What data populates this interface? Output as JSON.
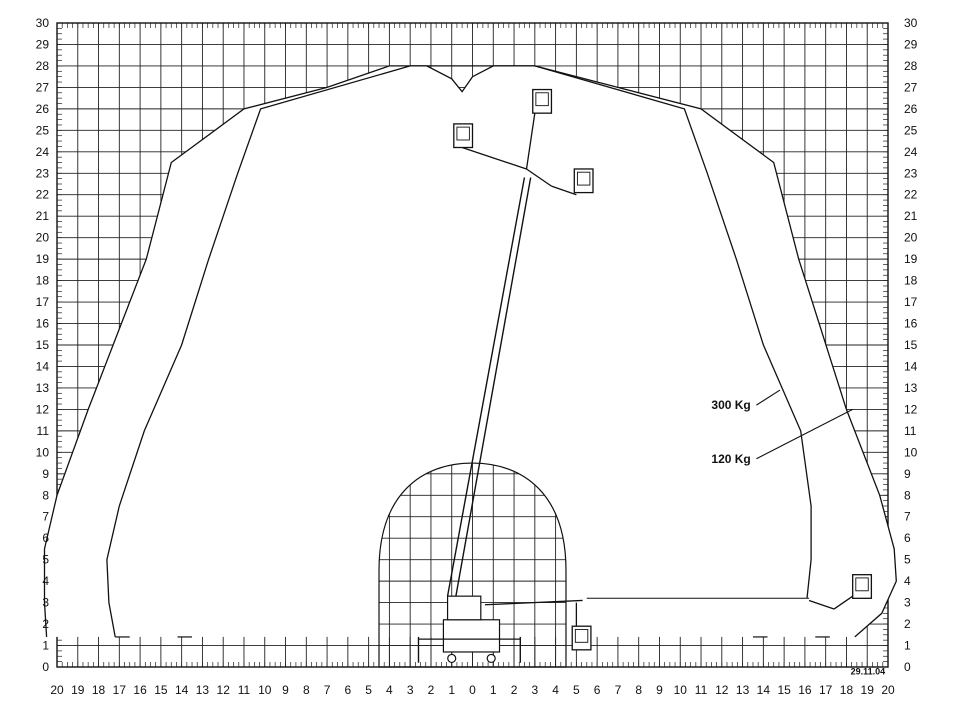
{
  "chart_data": {
    "type": "working-range-diagram",
    "x_ticks": [
      "20",
      "19",
      "18",
      "17",
      "16",
      "15",
      "14",
      "13",
      "12",
      "11",
      "10",
      "9",
      "8",
      "7",
      "6",
      "5",
      "4",
      "3",
      "2",
      "1",
      "0",
      "1",
      "2",
      "3",
      "4",
      "5",
      "6",
      "7",
      "8",
      "9",
      "10",
      "11",
      "12",
      "13",
      "14",
      "15",
      "16",
      "17",
      "18",
      "19",
      "20"
    ],
    "x_values": [
      -20,
      -19,
      -18,
      -17,
      -16,
      -15,
      -14,
      -13,
      -12,
      -11,
      -10,
      -9,
      -8,
      -7,
      -6,
      -5,
      -4,
      -3,
      -2,
      -1,
      0,
      1,
      2,
      3,
      4,
      5,
      6,
      7,
      8,
      9,
      10,
      11,
      12,
      13,
      14,
      15,
      16,
      17,
      18,
      19,
      20
    ],
    "y_ticks": [
      "0",
      "1",
      "2",
      "3",
      "4",
      "5",
      "6",
      "7",
      "8",
      "9",
      "10",
      "11",
      "12",
      "13",
      "14",
      "15",
      "16",
      "17",
      "18",
      "19",
      "20",
      "21",
      "22",
      "23",
      "24",
      "25",
      "26",
      "27",
      "28",
      "29",
      "30"
    ],
    "xlim": [
      -20,
      20
    ],
    "ylim": [
      0,
      30
    ],
    "grid": true,
    "envelopes": [
      {
        "name": "300 Kg",
        "points": [
          [
            -17.2,
            1.4
          ],
          [
            -17.5,
            3
          ],
          [
            -17.6,
            5
          ],
          [
            -17,
            7.5
          ],
          [
            -15.8,
            11
          ],
          [
            -14,
            15
          ],
          [
            -12.7,
            19
          ],
          [
            -11.3,
            23
          ],
          [
            -10.2,
            26
          ],
          [
            -3,
            28
          ],
          [
            3,
            28
          ],
          [
            10.2,
            26
          ],
          [
            11.3,
            23
          ],
          [
            12.7,
            19
          ],
          [
            14,
            15
          ],
          [
            15.8,
            11
          ],
          [
            16.3,
            7.5
          ],
          [
            16.3,
            5
          ],
          [
            16.1,
            3.2
          ]
        ]
      },
      {
        "name": "120 Kg",
        "points": [
          [
            -20.5,
            1.4
          ],
          [
            -20.6,
            3
          ],
          [
            -20.6,
            5.5
          ],
          [
            -20,
            8
          ],
          [
            -18.5,
            12
          ],
          [
            -15.7,
            19
          ],
          [
            -14.5,
            23.5
          ],
          [
            -11,
            26
          ],
          [
            -7,
            27
          ],
          [
            -4,
            28
          ],
          [
            -2.2,
            28
          ],
          [
            -1,
            27.4
          ],
          [
            -0.5,
            26.8
          ],
          [
            0,
            27.5
          ],
          [
            1,
            28
          ],
          [
            3,
            28
          ],
          [
            7,
            27
          ],
          [
            11,
            26
          ],
          [
            14.5,
            23.5
          ],
          [
            15.7,
            19
          ],
          [
            18,
            12
          ],
          [
            19.6,
            8
          ],
          [
            20.3,
            5.5
          ],
          [
            20.4,
            4
          ],
          [
            19.7,
            2.5
          ],
          [
            18.4,
            1.4
          ]
        ]
      }
    ],
    "inner_zone": {
      "x": [
        -4.5,
        4.5
      ],
      "y_top": 9.5
    },
    "labels": [
      {
        "text": "300 Kg",
        "x": 11.5,
        "y": 12.2,
        "points_to": [
          14.8,
          12.9
        ]
      },
      {
        "text": "120 Kg",
        "x": 11.5,
        "y": 9.7,
        "points_to": [
          18.3,
          12
        ]
      }
    ],
    "date": "29.11.04"
  }
}
